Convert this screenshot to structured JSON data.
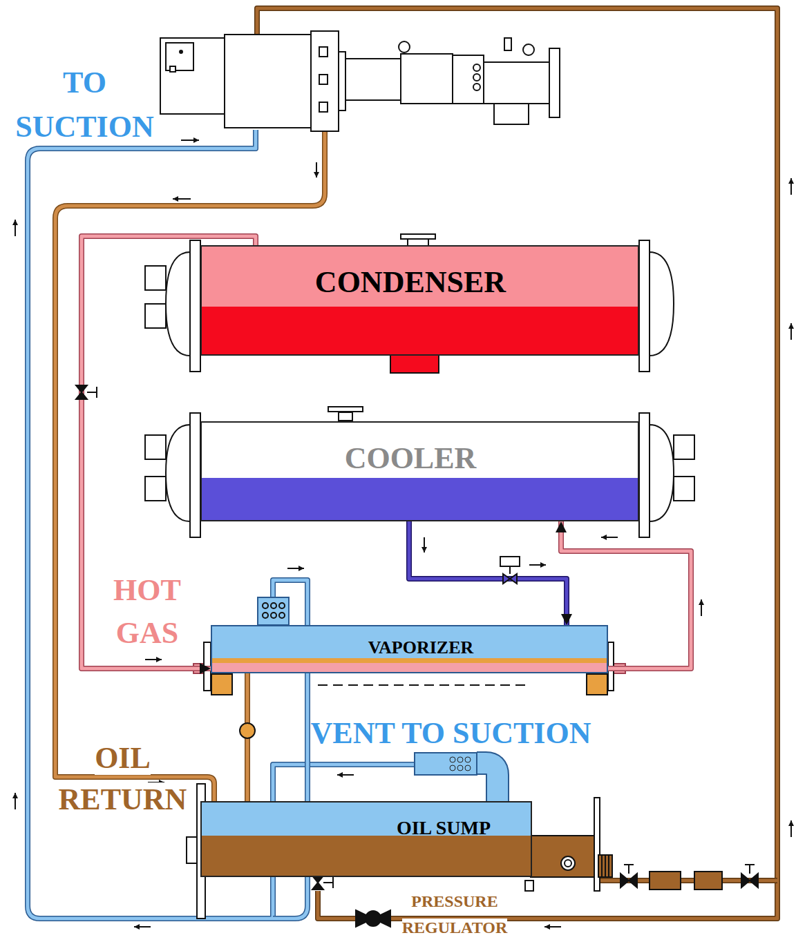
{
  "diagram": {
    "nodes": [
      {
        "text": [
          "CONDENSER"
        ]
      },
      {
        "text": [
          "COOLER"
        ]
      },
      {
        "text": [
          "VAPORIZER"
        ]
      },
      {
        "text": [
          "OIL SUMP"
        ]
      }
    ],
    "edges": [
      {
        "from": 0,
        "to": 2,
        "arrow": "to"
      },
      {
        "from": 1,
        "to": 2,
        "arrow": "to"
      },
      {
        "from": 2,
        "to": 1,
        "arrow": "to"
      },
      {
        "from": 2,
        "to": 3,
        "arrow": "none"
      }
    ],
    "labels": [
      "TO SUCTION",
      "HOT GAS",
      "VENT TO SUCTION",
      "OIL RETURN",
      "PRESSURE REGULATOR"
    ]
  }
}
